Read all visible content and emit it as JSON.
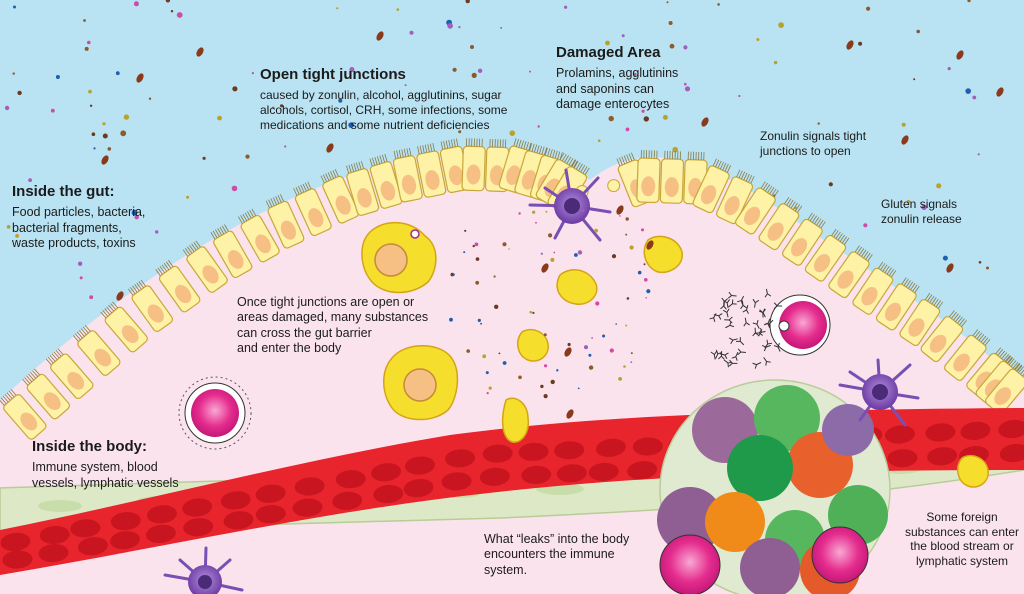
{
  "labels": {
    "open_junctions": {
      "title": "Open tight junctions",
      "body": "caused by zonulin, alcohol, agglutinins, sugar\nalcohols, cortisol, CRH, some infections, some\nmedications and some nutrient deficiencies"
    },
    "damaged_area": {
      "title": "Damaged Area",
      "body": "Prolamins, agglutinins\nand saponins can\ndamage enterocytes"
    },
    "zonulin_signals": {
      "body": "Zonulin signals tight\njunctions to open"
    },
    "gluten_signals": {
      "body": "Gluten signals\nzonulin release"
    },
    "inside_gut": {
      "title": "Inside the gut:",
      "body": "Food particles, bacteria,\nbacterial fragments,\nwaste products, toxins"
    },
    "cross_barrier": {
      "body": "Once tight junctions are open or\nareas damaged, many substances\ncan cross the gut barrier\nand enter the body"
    },
    "inside_body": {
      "title": "Inside the body:",
      "body": "Immune system, blood\nvessels, lymphatic vessels"
    },
    "leaks": {
      "body": "What “leaks” into the body\nencounters the immune\nsystem."
    },
    "foreign_substances": {
      "body": "Some foreign\nsubstances can enter\nthe blood stream or\nlymphatic system"
    }
  },
  "colors": {
    "gut_lumen": "#b9e3f2",
    "tissue": "#fbe3ee",
    "enterocyte": "#fdf2a6",
    "enterocyte_border": "#c9a63a",
    "nucleus": "#f6c084",
    "blood_vessel": "#e8242d",
    "red_blood_cell": "#c9151f",
    "lymphatic_vessel": "#dde9c6",
    "dendritic_cell": "#8d5cc1",
    "immune_cell": "#e52d8e",
    "food_particle": "#f6de2c"
  }
}
